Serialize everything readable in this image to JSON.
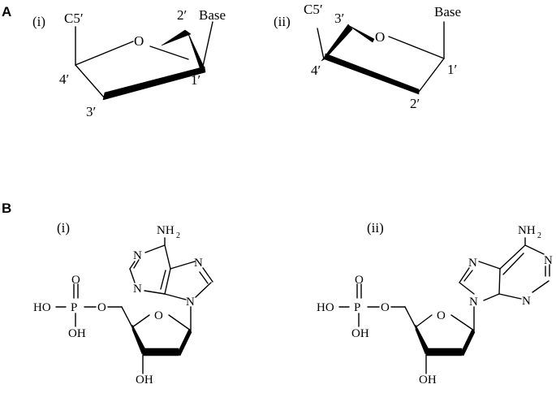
{
  "panel_a": {
    "letter": "A",
    "sub_i": {
      "label": "(i)",
      "atoms": {
        "c5": "C5′",
        "o": "O",
        "c2": "2′",
        "base": "Base",
        "c4": "4′",
        "c1": "1′",
        "c3": "3′"
      }
    },
    "sub_ii": {
      "label": "(ii)",
      "atoms": {
        "c5": "C5′",
        "c3": "3′",
        "o": "O",
        "base": "Base",
        "c4": "4′",
        "c1": "1′",
        "c2": "2′"
      }
    }
  },
  "panel_b": {
    "letter": "B",
    "sub_i": {
      "label": "(i)",
      "atoms": {
        "nh2": "NH",
        "nh2_sub": "2",
        "n1": "N",
        "n3": "N",
        "n7": "N",
        "n9": "N",
        "o_phos_top": "O",
        "p": "P",
        "o_bridge": "O",
        "o_ring": "O",
        "ho": "HO",
        "oh_lower": "OH",
        "oh_3": "OH"
      }
    },
    "sub_ii": {
      "label": "(ii)",
      "atoms": {
        "nh2": "NH",
        "nh2_sub": "2",
        "n1": "N",
        "n3": "N",
        "n7": "N",
        "n9": "N",
        "o_phos_top": "O",
        "p": "P",
        "o_bridge": "O",
        "o_ring": "O",
        "ho": "HO",
        "oh_lower": "OH",
        "oh_3": "OH"
      }
    }
  }
}
